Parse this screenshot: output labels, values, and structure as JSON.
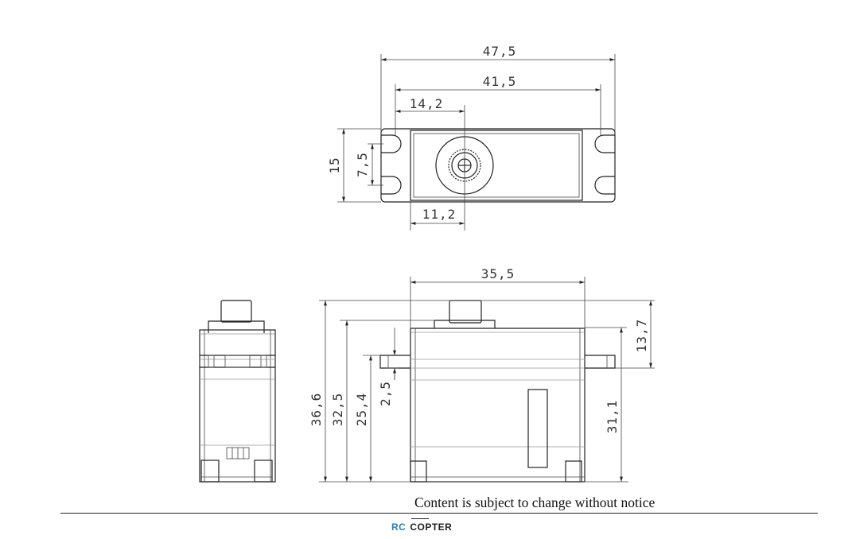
{
  "dimensions": {
    "top_overall_length": "47,5",
    "top_hole_spacing": "41,5",
    "top_shaft_offset": "14,2",
    "top_body_width": "15",
    "top_slot_spacing": "7,5",
    "top_shaft_offset_body": "11,2",
    "front_body_length": "35,5",
    "front_total_height": "36,6",
    "front_height_to_case": "32,5",
    "front_height_to_flange": "25,4",
    "front_flange_thickness": "2,5",
    "front_shaft_above_flange": "13,7",
    "front_case_height": "31,1"
  },
  "footer": {
    "notice": "Content is subject to change without notice",
    "logo_rc": "RC",
    "logo_name": "COPTER",
    "logo_rc_color": "#2a7fc1"
  }
}
